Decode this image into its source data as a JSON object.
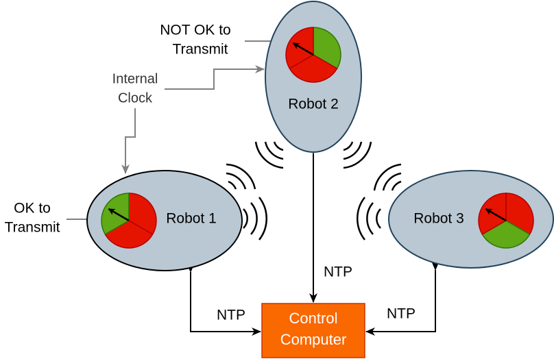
{
  "robots": [
    {
      "label": "Robot 1",
      "state": "OK to transmit"
    },
    {
      "label": "Robot 2",
      "state": "not OK to transmit"
    },
    {
      "label": "Robot 3",
      "state": "not OK to transmit"
    }
  ],
  "control": {
    "line1": "Control",
    "line2": "Computer"
  },
  "links": {
    "ntp_center": "NTP",
    "ntp_left": "NTP",
    "ntp_right": "NTP"
  },
  "annotations": {
    "not_ok_line1": "NOT OK to",
    "not_ok_line2": "Transmit",
    "clock_line1": "Internal",
    "clock_line2": "Clock",
    "ok_line1": "OK to",
    "ok_line2": "Transmit"
  },
  "colors": {
    "robot_fill": "#bac8d3",
    "green": "#60a917",
    "red": "#e51400",
    "control_fill": "#fa6800",
    "annotation": "#808080"
  }
}
